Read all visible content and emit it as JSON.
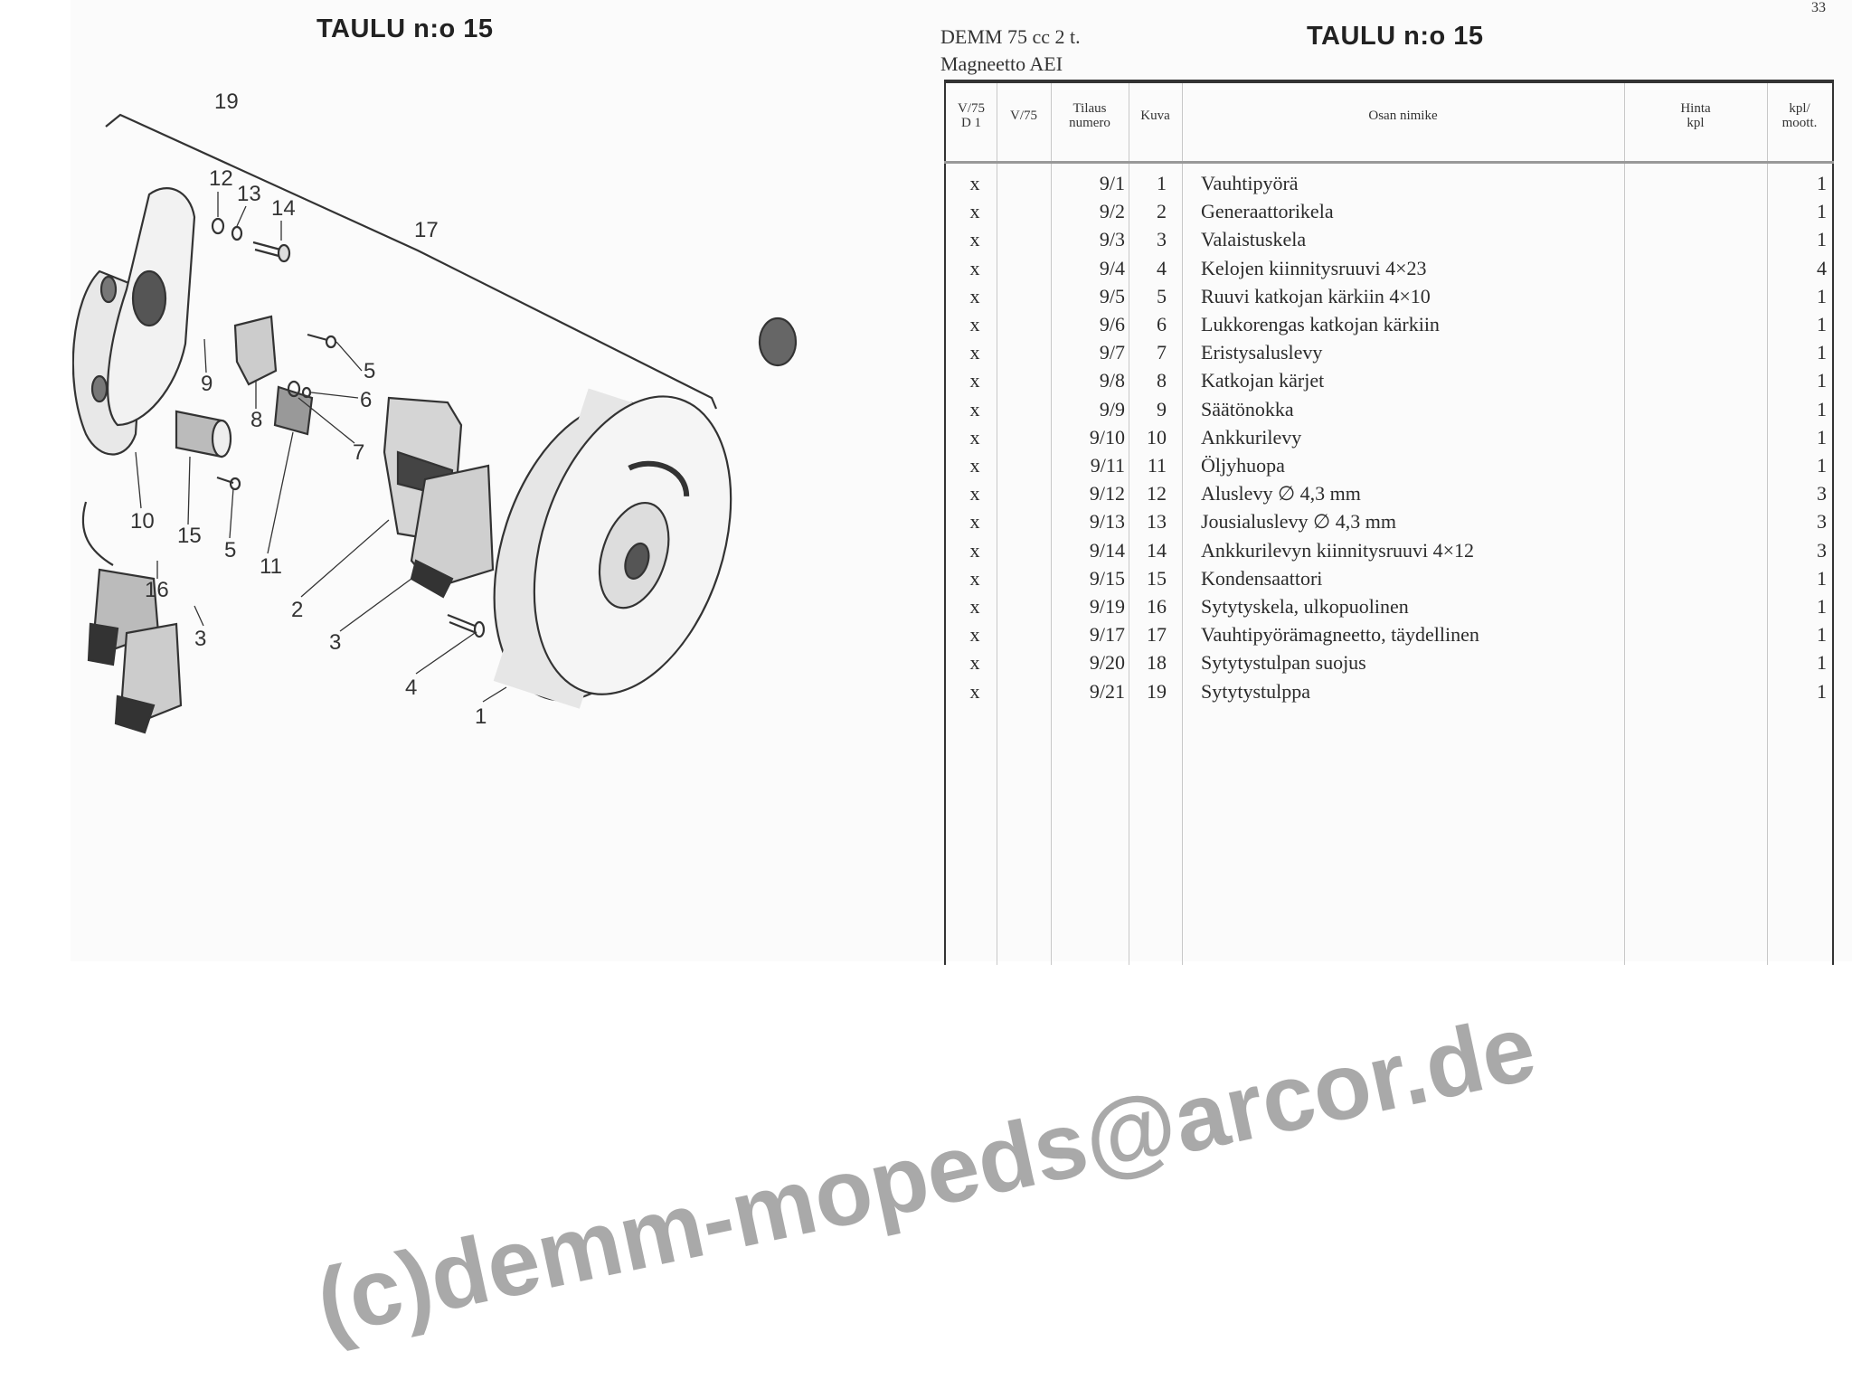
{
  "page_number": "33",
  "left_page": {
    "title": "TAULU n:o 15",
    "callouts": [
      "19",
      "12",
      "13",
      "14",
      "17",
      "9",
      "8",
      "5",
      "6",
      "7",
      "10",
      "15",
      "5",
      "11",
      "2",
      "3",
      "4",
      "1",
      "16",
      "3"
    ]
  },
  "right_page": {
    "model_line1": "DEMM 75 cc 2 t.",
    "model_line2": "Magneetto AEI",
    "title": "TAULU n:o 15",
    "headers": {
      "d1": [
        "V/75",
        "D 1"
      ],
      "v75": "V/75",
      "tilaus": [
        "Tilaus",
        "numero"
      ],
      "kuva": "Kuva",
      "name": "Osan nimike",
      "hinta": [
        "Hinta",
        "kpl"
      ],
      "qty": [
        "kpl/",
        "moott."
      ]
    },
    "rows": [
      {
        "d1": "x",
        "nr": "9/1",
        "kuva": "1",
        "name": "Vauhtipyörä",
        "qty": "1"
      },
      {
        "d1": "x",
        "nr": "9/2",
        "kuva": "2",
        "name": "Generaattorikela",
        "qty": "1"
      },
      {
        "d1": "x",
        "nr": "9/3",
        "kuva": "3",
        "name": "Valaistuskela",
        "qty": "1"
      },
      {
        "d1": "x",
        "nr": "9/4",
        "kuva": "4",
        "name": "Kelojen kiinnitysruuvi 4×23",
        "qty": "4"
      },
      {
        "d1": "x",
        "nr": "9/5",
        "kuva": "5",
        "name": "Ruuvi katkojan kärkiin 4×10",
        "qty": "1"
      },
      {
        "d1": "x",
        "nr": "9/6",
        "kuva": "6",
        "name": "Lukkorengas katkojan kärkiin",
        "qty": "1"
      },
      {
        "d1": "x",
        "nr": "9/7",
        "kuva": "7",
        "name": "Eristysaluslevy",
        "qty": "1"
      },
      {
        "d1": "x",
        "nr": "9/8",
        "kuva": "8",
        "name": "Katkojan kärjet",
        "qty": "1"
      },
      {
        "d1": "x",
        "nr": "9/9",
        "kuva": "9",
        "name": "Säätönokka",
        "qty": "1"
      },
      {
        "d1": "x",
        "nr": "9/10",
        "kuva": "10",
        "name": "Ankkurilevy",
        "qty": "1"
      },
      {
        "d1": "x",
        "nr": "9/11",
        "kuva": "11",
        "name": "Öljyhuopa",
        "qty": "1"
      },
      {
        "d1": "x",
        "nr": "9/12",
        "kuva": "12",
        "name": "Aluslevy ∅ 4,3 mm",
        "qty": "3"
      },
      {
        "d1": "x",
        "nr": "9/13",
        "kuva": "13",
        "name": "Jousialuslevy ∅ 4,3 mm",
        "qty": "3"
      },
      {
        "d1": "x",
        "nr": "9/14",
        "kuva": "14",
        "name": "Ankkurilevyn kiinnitysruuvi 4×12",
        "qty": "3"
      },
      {
        "d1": "x",
        "nr": "9/15",
        "kuva": "15",
        "name": "Kondensaattori",
        "qty": "1"
      },
      {
        "d1": "x",
        "nr": "9/19",
        "kuva": "16",
        "name": "Sytytyskela, ulkopuolinen",
        "qty": "1"
      },
      {
        "d1": "x",
        "nr": "9/17",
        "kuva": "17",
        "name": "Vauhtipyörämagneetto, täydellinen",
        "qty": "1"
      },
      {
        "d1": "x",
        "nr": "9/20",
        "kuva": "18",
        "name": "Sytytystulpan suojus",
        "qty": "1"
      },
      {
        "d1": "x",
        "nr": "9/21",
        "kuva": "19",
        "name": "Sytytystulppa",
        "qty": "1"
      }
    ]
  },
  "watermark": "(c)demm-mopeds@arcor.de"
}
